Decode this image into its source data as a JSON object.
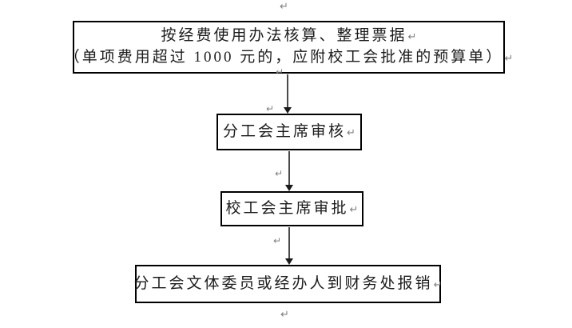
{
  "document": {
    "background": "#ffffff",
    "format_mark": "↵",
    "colors": {
      "box_border": "#000000",
      "text": "#1c1c1c",
      "arrow_line": "#4a4a4a",
      "arrow_head": "#1a1a1a",
      "format_mark": "#7f7f7f"
    }
  },
  "flowchart": {
    "type": "flowchart",
    "direction": "top-down",
    "steps": [
      {
        "id": "prepare-receipts",
        "label_line1": "按经费使用办法核算、整理票据",
        "label_line2": "（单项费用超过 1000 元的，应附校工会批准的预算单）"
      },
      {
        "id": "branch-union-chair-review",
        "label_line1": "分工会主席审核"
      },
      {
        "id": "university-union-chair-approve",
        "label_line1": "校工会主席审批"
      },
      {
        "id": "reimburse-at-finance-office",
        "label_line1": "分工会文体委员或经办人到财务处报销"
      }
    ]
  }
}
